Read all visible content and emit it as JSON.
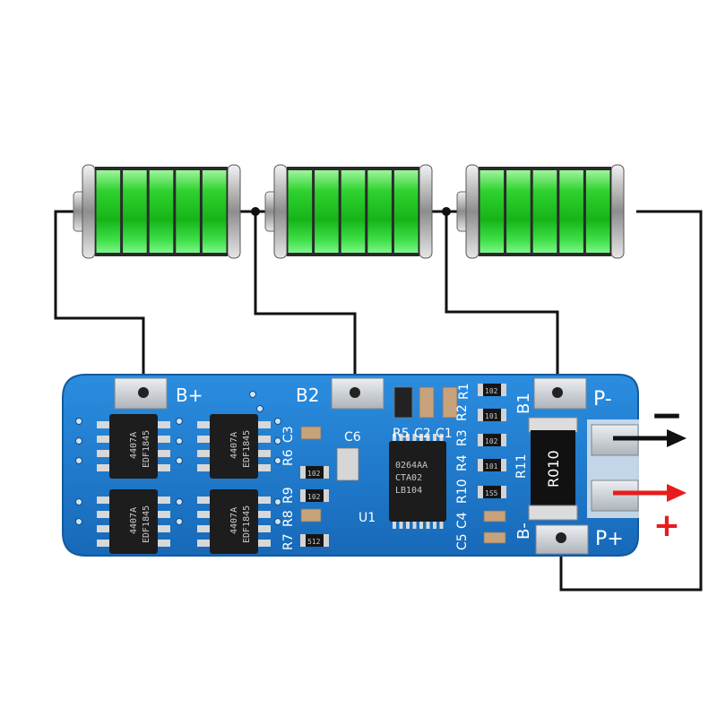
{
  "colors": {
    "wire": "#111111",
    "battery_green": "#19c21d",
    "board_blue": "#1f7fd0",
    "pad": "#cfd3d8",
    "negative_arrow": "#111111",
    "positive_arrow": "#e81c1c"
  },
  "batteries": [
    {
      "cells": 5,
      "charge": 1.0
    },
    {
      "cells": 5,
      "charge": 1.0
    },
    {
      "cells": 5,
      "charge": 1.0
    }
  ],
  "board": {
    "pad_labels": {
      "b_plus": "B+",
      "b2": "B2",
      "b1": "B1",
      "p_minus": "P-",
      "p_plus": "P+",
      "b_minus": "B-"
    },
    "chips": {
      "mosfet_top_line": "4407A",
      "mosfet_bottom_line": "EDF1845",
      "ic_line1": "0264AA",
      "ic_line2": "CTA02",
      "ic_line3": "LB104",
      "shunt": "R010"
    },
    "components": {
      "c6": "C6",
      "u1": "U1",
      "r5": "R5",
      "c2": "C2",
      "c1": "C1",
      "r9": "R9",
      "r8": "R8",
      "r7": "R7",
      "r6": "R6",
      "c3": "C3",
      "r10": "R10",
      "r4": "R4",
      "r3": "R3",
      "r2": "R2",
      "r1": "R1",
      "r11": "R11",
      "c5": "C5",
      "c4": "C4"
    },
    "resistor_codes": {
      "a": "102",
      "b": "101",
      "c": "512",
      "d": "102",
      "e": "101",
      "f": "102",
      "g": "102",
      "h": "1S5"
    }
  },
  "output": {
    "negative_sign": "−",
    "positive_sign": "+"
  }
}
